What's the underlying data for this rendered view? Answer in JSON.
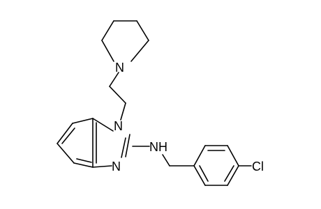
{
  "molecule": {
    "atoms": {
      "piperidine_n": "N",
      "benzimidazole_n1": "N",
      "benzimidazole_n3": "N",
      "amine_nh": "NH",
      "chlorine": "Cl"
    }
  }
}
